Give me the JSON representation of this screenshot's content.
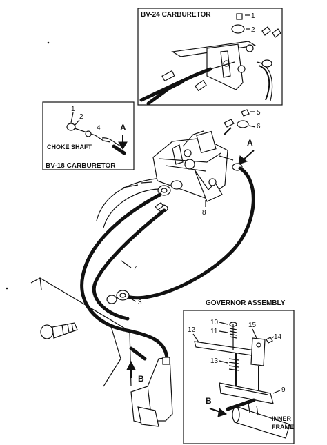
{
  "insets": {
    "bv24": {
      "title": "BV-24 CARBURETOR",
      "labels": [
        "1",
        "2"
      ]
    },
    "bv18": {
      "title": "BV-18 CARBURETOR",
      "labels": [
        "1",
        "2",
        "4"
      ],
      "choke_shaft": "CHOKE SHAFT",
      "arrow": "A"
    },
    "governor": {
      "title": "GOVERNOR ASSEMBLY",
      "labels": [
        "10",
        "11",
        "12",
        "13",
        "14",
        "15",
        "9"
      ],
      "arrow": "B",
      "inner_frame_line1": "INNER",
      "inner_frame_line2": "FRAME"
    }
  },
  "main": {
    "labels": [
      "5",
      "6",
      "8",
      "7",
      "3"
    ],
    "arrow_a": "A",
    "arrow_b": "B"
  }
}
